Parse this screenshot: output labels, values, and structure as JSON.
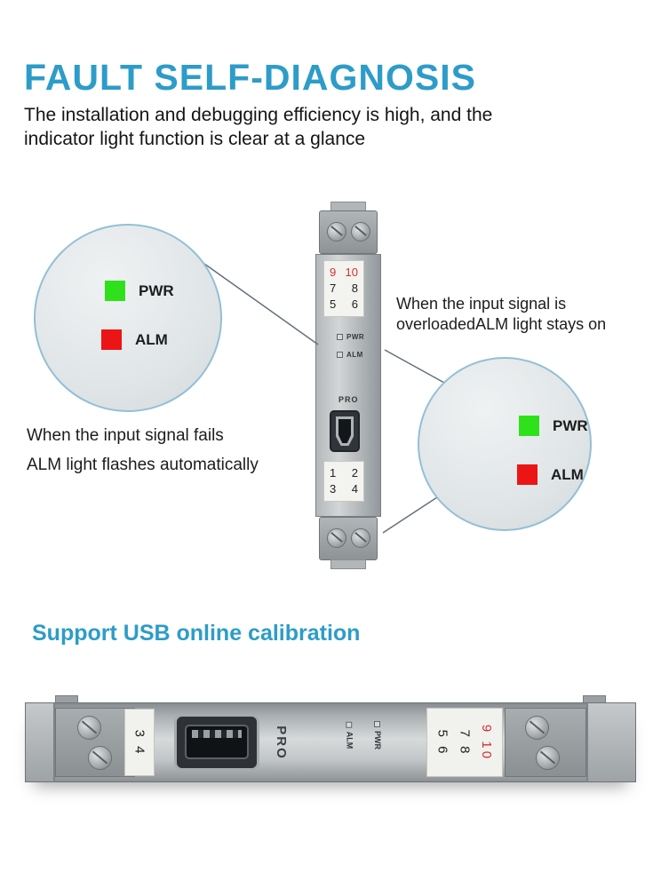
{
  "header": {
    "title": "FAULT SELF-DIAGNOSIS",
    "subtitle_line1": "The installation and debugging efficiency is high, and the",
    "subtitle_line2": "indicator light function is clear at a glance"
  },
  "left_callout": {
    "pwr": "PWR",
    "alm": "ALM"
  },
  "right_callout": {
    "pwr": "PWR",
    "alm": "ALM"
  },
  "left_note": {
    "line1": "When the input signal fails",
    "line2": "ALM light flashes automatically"
  },
  "right_note": {
    "line1": "When the input signal is",
    "line2": "overloadedALM light stays on"
  },
  "device_front": {
    "upper_rows": [
      {
        "l": "9",
        "r": "10"
      },
      {
        "l": "7",
        "r": "8"
      },
      {
        "l": "5",
        "r": "6"
      }
    ],
    "led_pwr": "PWR",
    "led_alm": "ALM",
    "pro": "PRO",
    "lower_rows": [
      {
        "l": "1",
        "r": "2"
      },
      {
        "l": "3",
        "r": "4"
      }
    ]
  },
  "usb_section": {
    "title": "Support USB online calibration"
  },
  "device_side": {
    "left_numbers": "3 4",
    "pro": "PRO",
    "alm": "ALM",
    "pwr": "PWR",
    "col_56": "5 6",
    "col_78": "7 8",
    "col_910": "9 10"
  },
  "colors": {
    "accent_blue": "#2d9cc8",
    "led_green": "#2fe11a",
    "led_red": "#ec1515",
    "number_red": "#d03030"
  }
}
